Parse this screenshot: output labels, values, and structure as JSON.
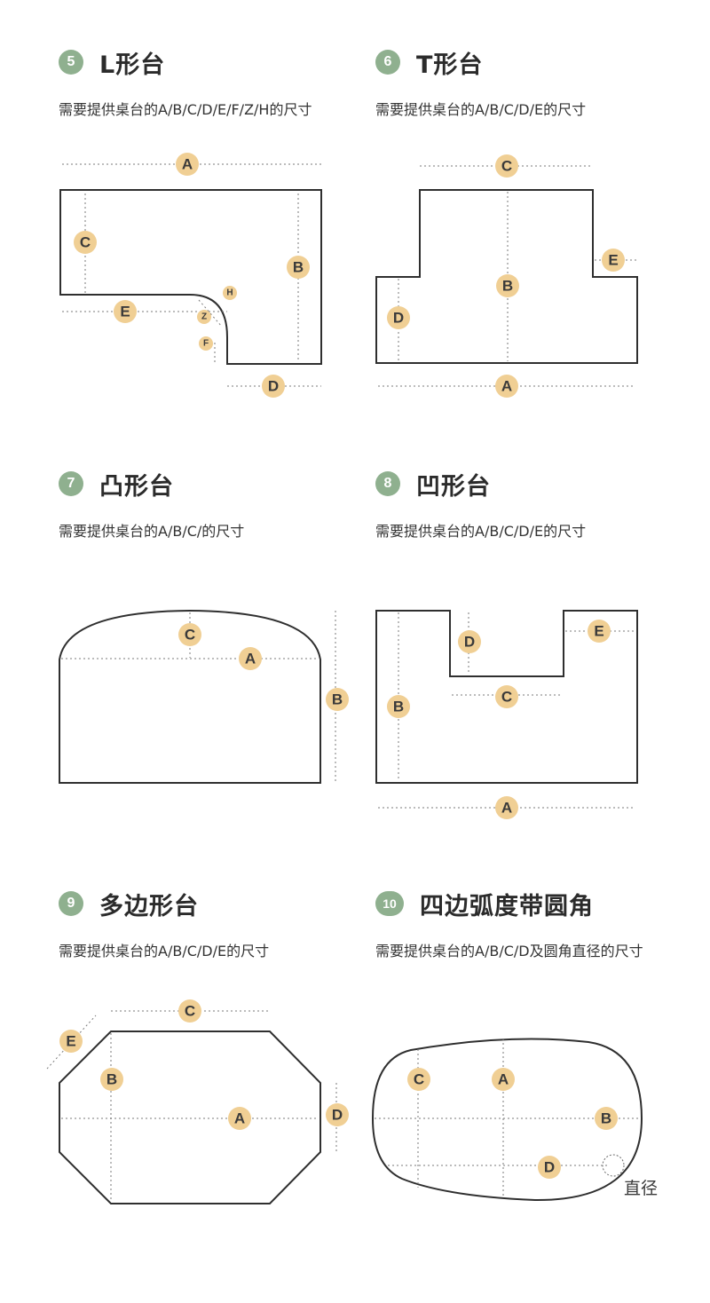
{
  "panels": [
    {
      "number": "5",
      "title": "L形台",
      "desc": "需要提供桌台的A/B/C/D/E/F/Z/H的尺寸",
      "labels": {
        "A": "A",
        "B": "B",
        "C": "C",
        "D": "D",
        "E": "E",
        "F": "F",
        "Z": "Z",
        "H": "H"
      }
    },
    {
      "number": "6",
      "title": "T形台",
      "desc": "需要提供桌台的A/B/C/D/E的尺寸",
      "labels": {
        "A": "A",
        "B": "B",
        "C": "C",
        "D": "D",
        "E": "E"
      }
    },
    {
      "number": "7",
      "title": "凸形台",
      "desc": "需要提供桌台的A/B/C/的尺寸",
      "labels": {
        "A": "A",
        "B": "B",
        "C": "C"
      }
    },
    {
      "number": "8",
      "title": "凹形台",
      "desc": "需要提供桌台的A/B/C/D/E的尺寸",
      "labels": {
        "A": "A",
        "B": "B",
        "C": "C",
        "D": "D",
        "E": "E"
      }
    },
    {
      "number": "9",
      "title": "多边形台",
      "desc": "需要提供桌台的A/B/C/D/E的尺寸",
      "labels": {
        "A": "A",
        "B": "B",
        "C": "C",
        "D": "D",
        "E": "E"
      }
    },
    {
      "number": "10",
      "title": "四边弧度带圆角",
      "desc": "需要提供桌台的A/B/C/D及圆角直径的尺寸",
      "labels": {
        "A": "A",
        "B": "B",
        "C": "C",
        "D": "D"
      },
      "diameter_label": "直径"
    }
  ],
  "colors": {
    "number_badge": "#8fb08f",
    "label_badge": "#f0cf94",
    "outline": "#2f2f2f"
  }
}
